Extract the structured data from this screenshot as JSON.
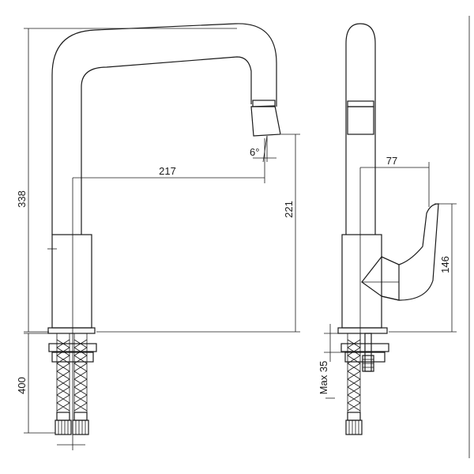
{
  "dimensions": {
    "total_height": "338",
    "spout_reach": "217",
    "spout_angle": "6°",
    "spout_height": "221",
    "handle_reach": "77",
    "handle_height": "146",
    "hose_length": "400",
    "max_deck_thickness": "Max 35"
  }
}
